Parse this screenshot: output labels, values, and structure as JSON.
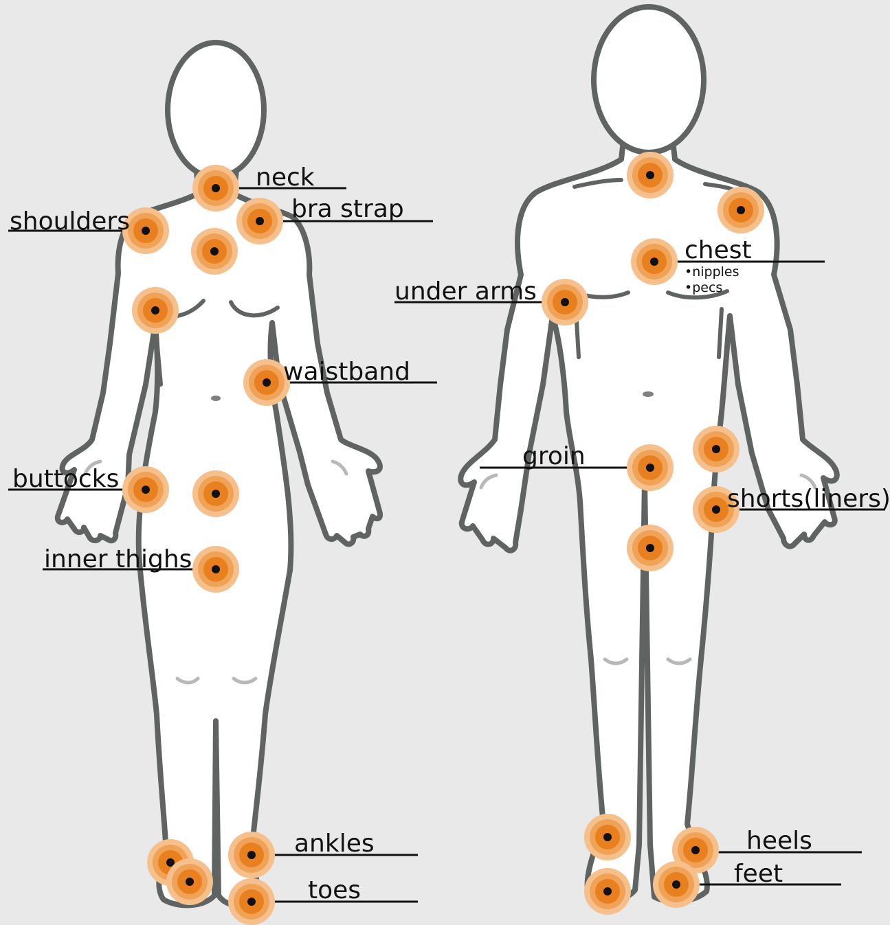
{
  "colors": {
    "background": "#e9e9e9",
    "outline": "#5f6362",
    "marker_outer": "#f6c08c",
    "marker_mid": "#f0a256",
    "marker_core": "#e8801f",
    "dot": "#111111"
  },
  "labels": {
    "neck": "neck",
    "bra_strap": "bra strap",
    "shoulders": "shoulders",
    "waistband": "waistband",
    "buttocks": "buttocks",
    "inner_thighs": "inner thighs",
    "ankles": "ankles",
    "toes": "toes",
    "chest": "chest",
    "nipples": "•nipples",
    "pecs": "•pecs",
    "under_arms": "under arms",
    "groin": "groin",
    "shorts_liners": "shorts(liners)",
    "heels": "heels",
    "feet": "feet"
  },
  "markers": {
    "female": [
      "neck",
      "bra-strap",
      "shoulders",
      "upper-chest",
      "breast-side",
      "waistband",
      "buttocks",
      "crotch",
      "inner-thighs",
      "ankle-left-a",
      "ankle-left-b",
      "ankles",
      "toes"
    ],
    "male": [
      "neck",
      "shoulder",
      "chest",
      "under-arms",
      "shorts-upper",
      "groin",
      "shorts-liners",
      "inner-thigh",
      "heel-left",
      "foot-left",
      "heels",
      "feet"
    ]
  }
}
